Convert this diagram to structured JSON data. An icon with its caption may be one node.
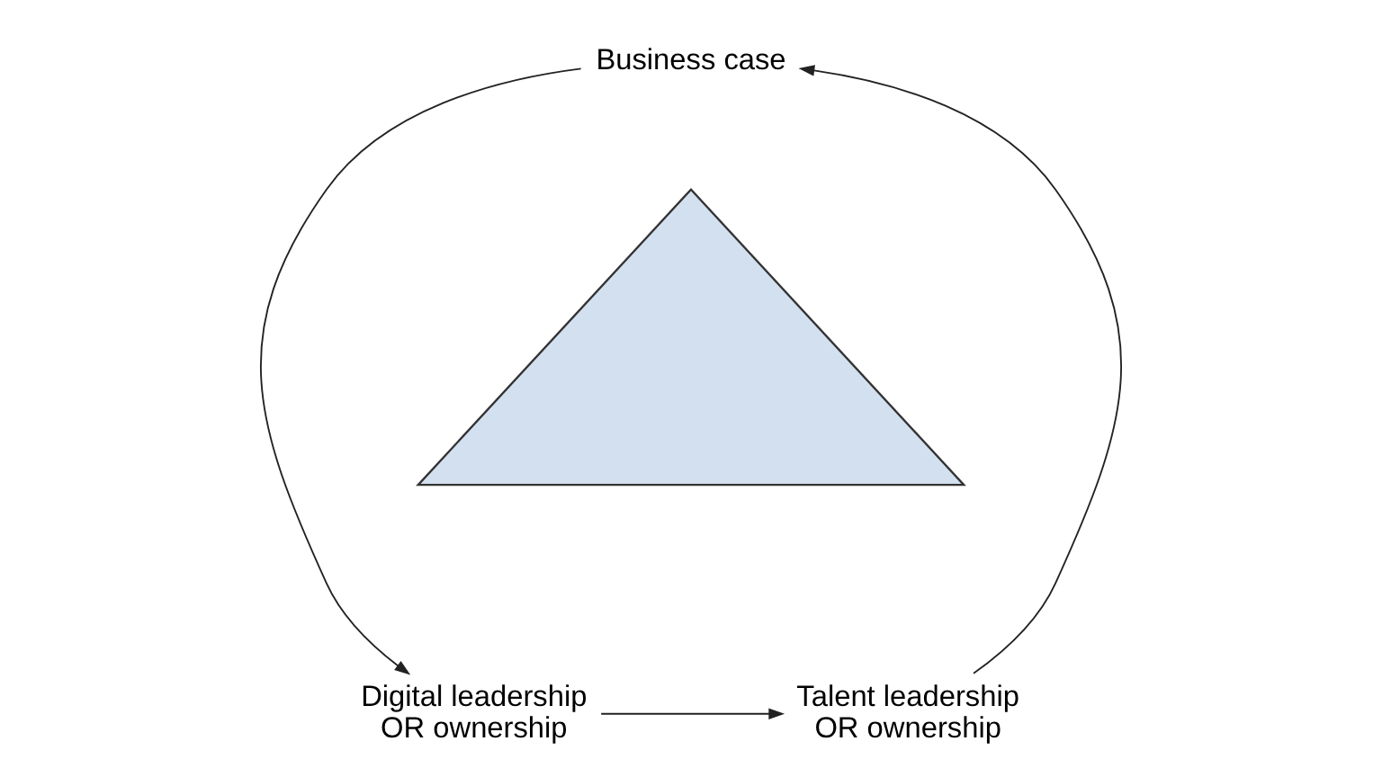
{
  "diagram": {
    "nodes": [
      {
        "text": [
          "Business case"
        ]
      },
      {
        "text": [
          "Digital leadership OR ownership"
        ]
      },
      {
        "text": [
          "Talent leadership OR ownership"
        ]
      },
      {
        "text": [],
        "shape": "triangle"
      }
    ],
    "edges": [
      {
        "from": 0,
        "to": 1,
        "arrow": "to"
      },
      {
        "from": 1,
        "to": 2,
        "arrow": "to"
      },
      {
        "from": 2,
        "to": 0,
        "arrow": "to"
      }
    ]
  }
}
